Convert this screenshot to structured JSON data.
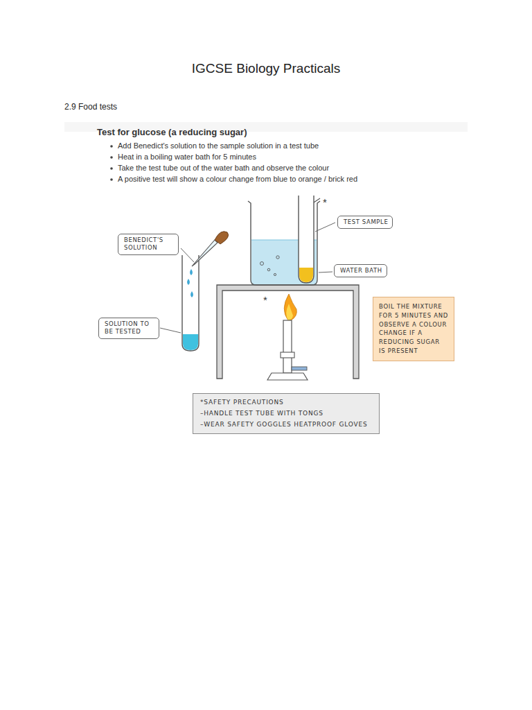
{
  "diagram": {
    "title": "IGCSE Biology Practicals",
    "nodes": [
      {
        "text": [
          "TEST SAMPLE"
        ]
      },
      {
        "text": [
          "BENEDICT'S SOLUTION"
        ]
      },
      {
        "text": [
          "WATER BATH"
        ]
      },
      {
        "text": [
          "BOIL THE MIXTURE FOR 5 MINUTES AND OBSERVE A COLOUR CHANGE IF A REDUCING SUGAR IS PRESENT"
        ]
      },
      {
        "text": [
          "SOLUTION TO BE TESTED"
        ]
      },
      {
        "text": [
          "*SAFETY PRECAUTIONS",
          "–HANDLE TEST TUBE WITH TONGS",
          "–WEAR SAFETY GOGGLES HEATPROOF GLOVES"
        ]
      }
    ],
    "labels": [
      "2.9 Food tests",
      "Test for glucose (a reducing sugar)",
      "Add Benedict's solution to the sample solution in a test tube",
      "Heat in a boiling water bath for 5 minutes",
      "Take the test tube out of the water bath and observe the colour",
      "A positive test will show a colour change from blue to orange / brick red",
      "*",
      "*"
    ]
  }
}
